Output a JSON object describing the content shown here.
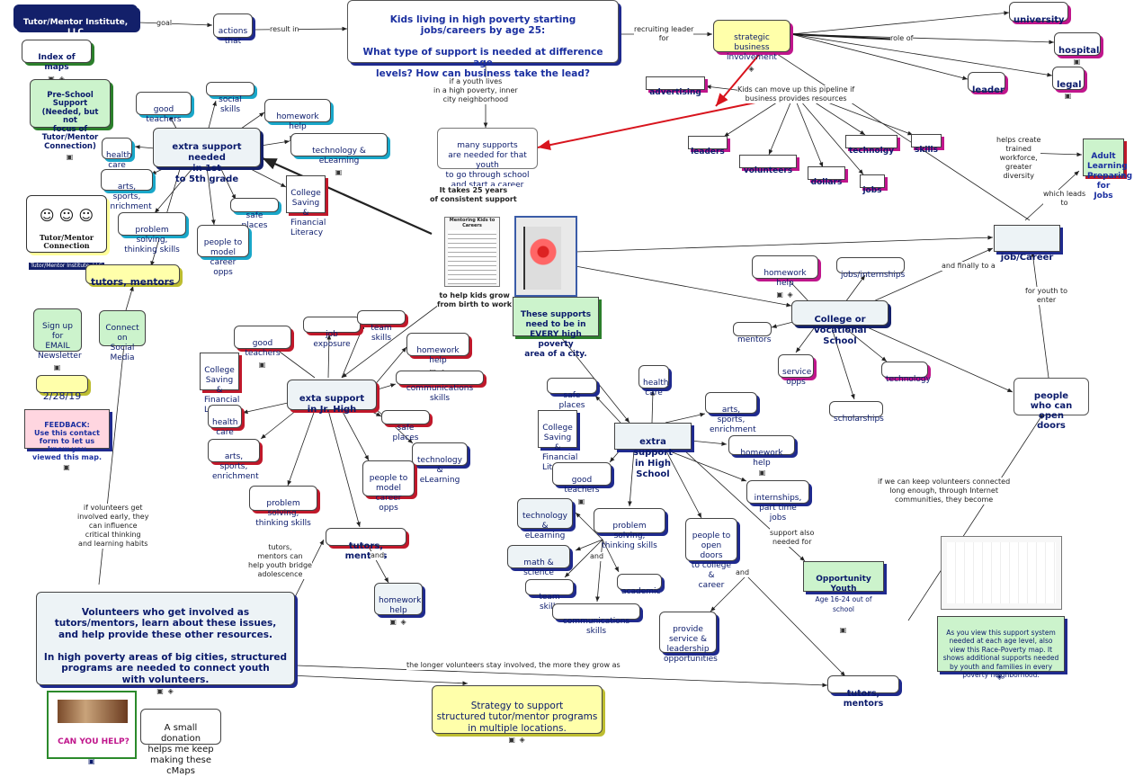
{
  "nodes": {
    "institute": "Tutor/Mentor Institute, LLC\nTutor/Mentor Connection",
    "index_maps": "Index of maps",
    "actions_that": "actions\nthat",
    "main_question": "Kids living in high poverty starting\njobs/careers by age 25:\n\nWhat type of support is needed at difference age\nlevels? How can business take the lead?",
    "strategic_business": "strategic business\ninvolvement",
    "university": "university",
    "hospital": "hospital",
    "legal": "legal",
    "leader": "leader",
    "advertising": "advertising",
    "pre_school": "Pre-School\nSupport\n(Needed, but not\nfocus of Tutor/Mentor\nConnection)",
    "good_teachers_1": "good teachers",
    "social_skills_1": "social skills",
    "homework_help_1": "homework help",
    "extra_1st5th": "extra support needed\nin 1st\nto 5th grade",
    "technology_1": "technology & eLearning",
    "health_care_1": "health\ncare",
    "arts_1": "arts, sports,\nenrichment",
    "safe_places_1": "safe places",
    "college_saving_1": "College\nSaving &\nFinancial\nLiteracy",
    "problem_solving_1": "problem solving,\nthinking skills",
    "people_model_1": "people to\nmodel\ncareer opps",
    "tutors_mentors_top": "tutors, mentors",
    "logo_name": "Tutor/Mentor\nConnection",
    "logo_caption": "Tutor/Mentor Institute, LLC",
    "many_supports": "many supports\nare needed for that youth\nto go through school\nand start a career",
    "leaders": "leaders",
    "volunteers_node": "volunteers",
    "dollars": "dollars",
    "technolgy": "technolgy",
    "skills": "skills",
    "jobs": "jobs",
    "adult_learning": "Adult\nLearning\nPreparing\nfor Jobs",
    "job_career": "job/Career",
    "homework_help_college": "homework help",
    "jobs_internships": "jobs/internships",
    "college_voc": "College or\nVocational School",
    "mentors_college": "mentors",
    "service_opps": "service\nopps",
    "technology_college": "technology",
    "scholarships": "scholarships",
    "people_open_doors": "people\nwho can open\ndoors",
    "these_supports": "These supports\nneed to be in\nEVERY  high poverty\narea of a city.",
    "signup": "Sign up\nfor\nEMAIL\nNewsletter",
    "connect_social": "Connect on\nSocial\nMedia",
    "date": "2/28/19",
    "feedback": "FEEDBACK:\nUse this contact\nform to let us know you\nviewed this map.",
    "good_teachers_jr": "good teachers",
    "job_exposure": "job exposure",
    "team_skills_jr": "team skills",
    "homework_help_jr": "homework help",
    "college_saving_jr": "College\nSaving &\nFinancial\nLiteracy",
    "communications_jr": "communications skills",
    "extra_jr": "exta support\nin Jr. High",
    "health_care_jr": "health\ncare",
    "safe_places_jr": "safe places",
    "arts_jr": "arts, sports,\nenrichment",
    "technology_jr": "technology &\neLearning",
    "people_model_jr": "people to\nmodel\ncareer opps",
    "problem_solving_jr": "problem solving,\nthinking skills",
    "tutors_mentors_mid": "tutors, mentors",
    "homework_help_jr2": "homework\nhelp",
    "safe_places_hs": "safe places",
    "health_care_hs": "health\ncare",
    "college_saving_hs": "College\nSaving &\nFinancial\nLiteracy",
    "arts_hs": "arts, sports,\nenrichment",
    "extra_hs": "extra support\nin High School",
    "homework_help_hs": "homework help",
    "good_teachers_hs": "good teachers",
    "internships_hs": "internships,\npart time jobs",
    "technology_hs": "technology &\neLearning",
    "problem_solving_hs": "problem solving,\nthinking skills",
    "people_open_doors_hs": "people to\nopen doors\nto college &\ncareer",
    "math_science": "math & science",
    "team_skills_hs": "team skills",
    "academic": "academic",
    "communications_hs": "communications skills",
    "opportunity_youth": "Opportunity Youth",
    "opportunity_youth_sub": "Age 16-24 out of school",
    "provide_service": "provide\nservice &\nleadership\nopportunities",
    "volunteers_big": "Volunteers who get involved as\ntutors/mentors, learn about these issues,\nand help provide these other resources.\n\nIn high poverty areas of big cities, structured\nprograms are needed to connect youth\nwith volunteers.",
    "strategy": "Strategy to support\nstructured tutor/mentor programs\nin multiple locations.",
    "donation": "A small donation\nhelps me keep\nmaking these cMaps",
    "tutors_mentors_bottom": "tutors, mentors",
    "race_poverty": "As you view this support system\nneeded at each age level, also\nview this Race-Poverty map. It\nshows additional supports needed\nby youth and families in every\npoverty neighborhood.",
    "thumb_title": "Mentoring Kids to Careers",
    "donation_thumb_title": "CAN YOU HELP?"
  },
  "labels": {
    "goal": "goal",
    "result_in": "result in",
    "recruiting_leader": "recruiting leader\nfor",
    "role_of": "role of",
    "kids_move": "Kids can move up this pipeline if\nbusiness provides  resources",
    "if_youth": "if a youth lives\nin a high poverty, inner\ncity neighborhood",
    "it_takes": "It takes 25 years\nof consistent support",
    "help_kids": "to help kids grow\nfrom birth to work",
    "helps_create": "helps create\ntrained\nworkforce,\ngreater\ndiversity",
    "which_leads": "which leads\nto",
    "finally": "and finally to a",
    "for_youth": "for youth to\nenter",
    "if_keep": "if we can keep volunteers connected\nlong enough, through Internet\ncommunities, they become",
    "support_also": "support also\nneeded for",
    "and_hs1": "and",
    "and_hs2": "and",
    "and_jr": "and",
    "tutors_help": "tutors,\nmentors can\nhelp youth bridge\nadolescence",
    "if_volunteers": "if volunteers get\ninvolved early, they\ncan influence\ncritical thinking\nand learning habits",
    "longer": "the longer volunteers stay involved, the more they grow as"
  },
  "icons": {
    "doc_globe": "doc-globe-icons"
  },
  "colors": {
    "navy": "#13206a",
    "blue_shadow": "#1f2a8e",
    "red_shadow": "#c0182a",
    "cyan_shadow": "#19a7c9",
    "magenta_shadow": "#c0168c",
    "green_fill": "#ccf3cc",
    "yellow_fill": "#ffffaa",
    "pink_fill": "#ffd6e0",
    "red_arrow": "#d8141d"
  }
}
